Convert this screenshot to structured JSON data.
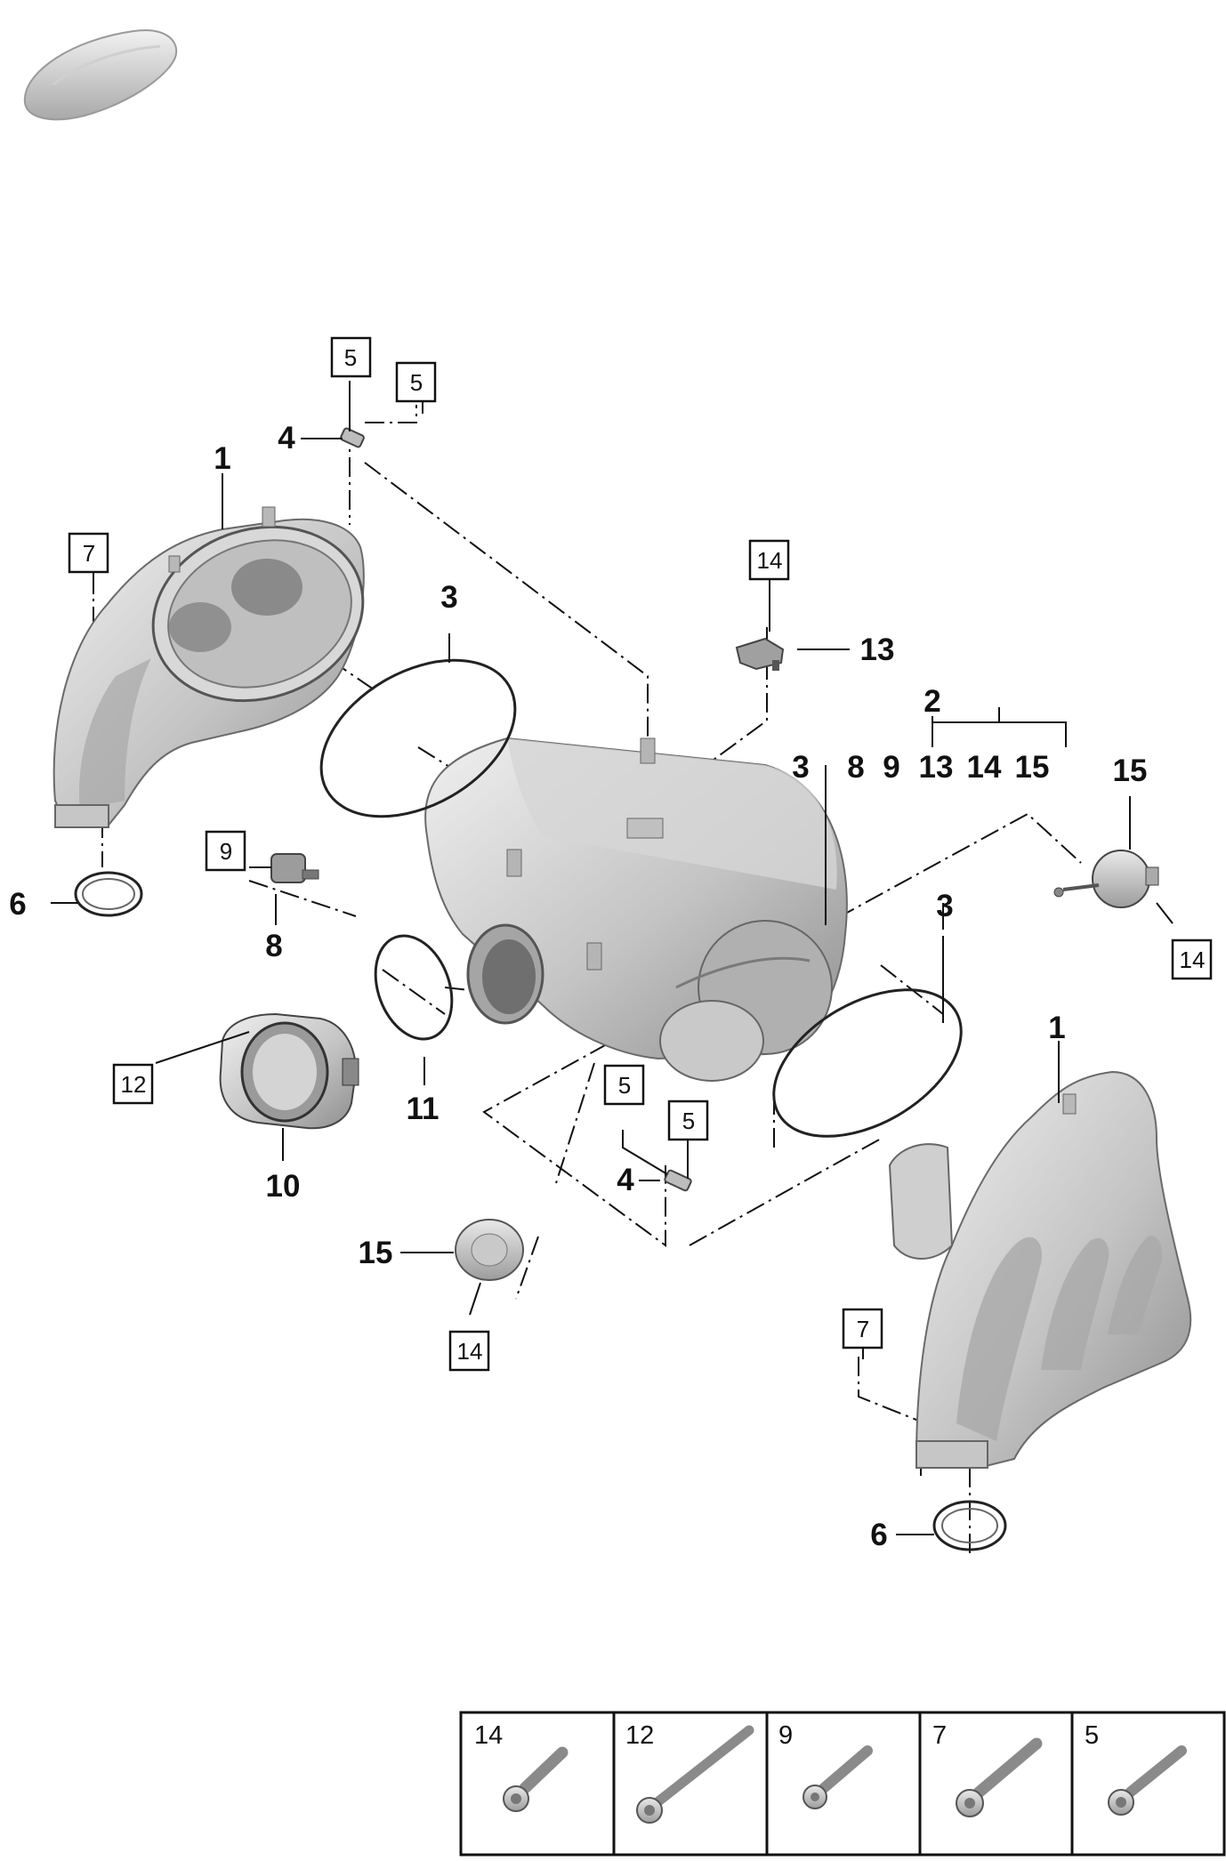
{
  "callouts": {
    "c1_left": "1",
    "c1_right": "1",
    "c2": "2",
    "c3_left": "3",
    "c3_right": "3",
    "c4_top": "4",
    "c4_mid": "4",
    "c6_left": "6",
    "c6_right": "6",
    "c8": "8",
    "c10": "10",
    "c11": "11",
    "c13": "13",
    "c15_right": "15",
    "c15_bottom": "15"
  },
  "boxes": {
    "b5_top_a": "5",
    "b5_top_b": "5",
    "b7_left": "7",
    "b9": "9",
    "b12": "12",
    "b14_top": "14",
    "b14_right": "14",
    "b5_mid_a": "5",
    "b5_mid_b": "5",
    "b14_bottom": "14",
    "b7_right": "7"
  },
  "group_2_items": [
    "3",
    "8",
    "9",
    "13",
    "14",
    "15"
  ],
  "fastener_table": [
    {
      "number": "14",
      "icon": "bolt-icon"
    },
    {
      "number": "12",
      "icon": "long-bolt-icon"
    },
    {
      "number": "9",
      "icon": "bolt-icon"
    },
    {
      "number": "7",
      "icon": "bolt-icon"
    },
    {
      "number": "5",
      "icon": "bolt-icon"
    }
  ],
  "colors": {
    "part_light": "#e6e6e6",
    "part_mid": "#bdbdbd",
    "part_dark": "#8c8c8c",
    "line": "#111111"
  }
}
